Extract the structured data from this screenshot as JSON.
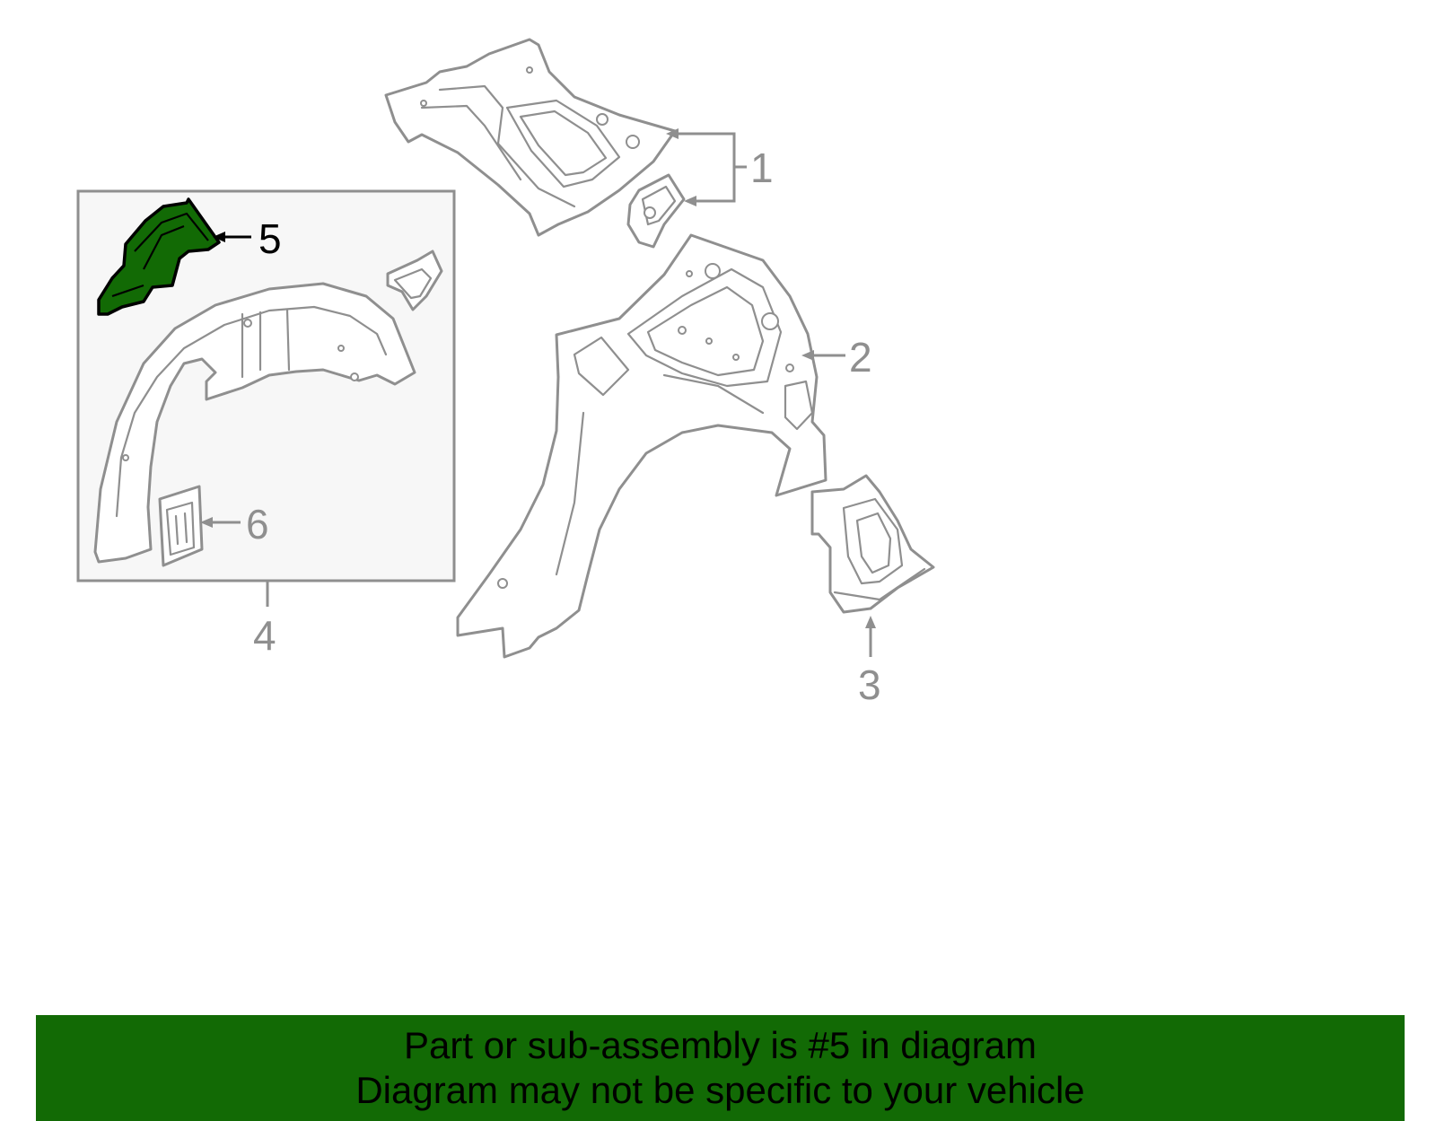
{
  "diagram": {
    "callouts": {
      "c1": "1",
      "c2": "2",
      "c3": "3",
      "c4": "4",
      "c5": "5",
      "c6": "6"
    },
    "highlighted_part": "5",
    "colors": {
      "highlight": "#126a05",
      "line": "#8f8f8f",
      "inset_background": "#f7f7f7",
      "banner": "#126a05"
    }
  },
  "banner": {
    "line1": "Part or sub-assembly is #5 in diagram",
    "line2": "Diagram may not be specific to your vehicle"
  }
}
